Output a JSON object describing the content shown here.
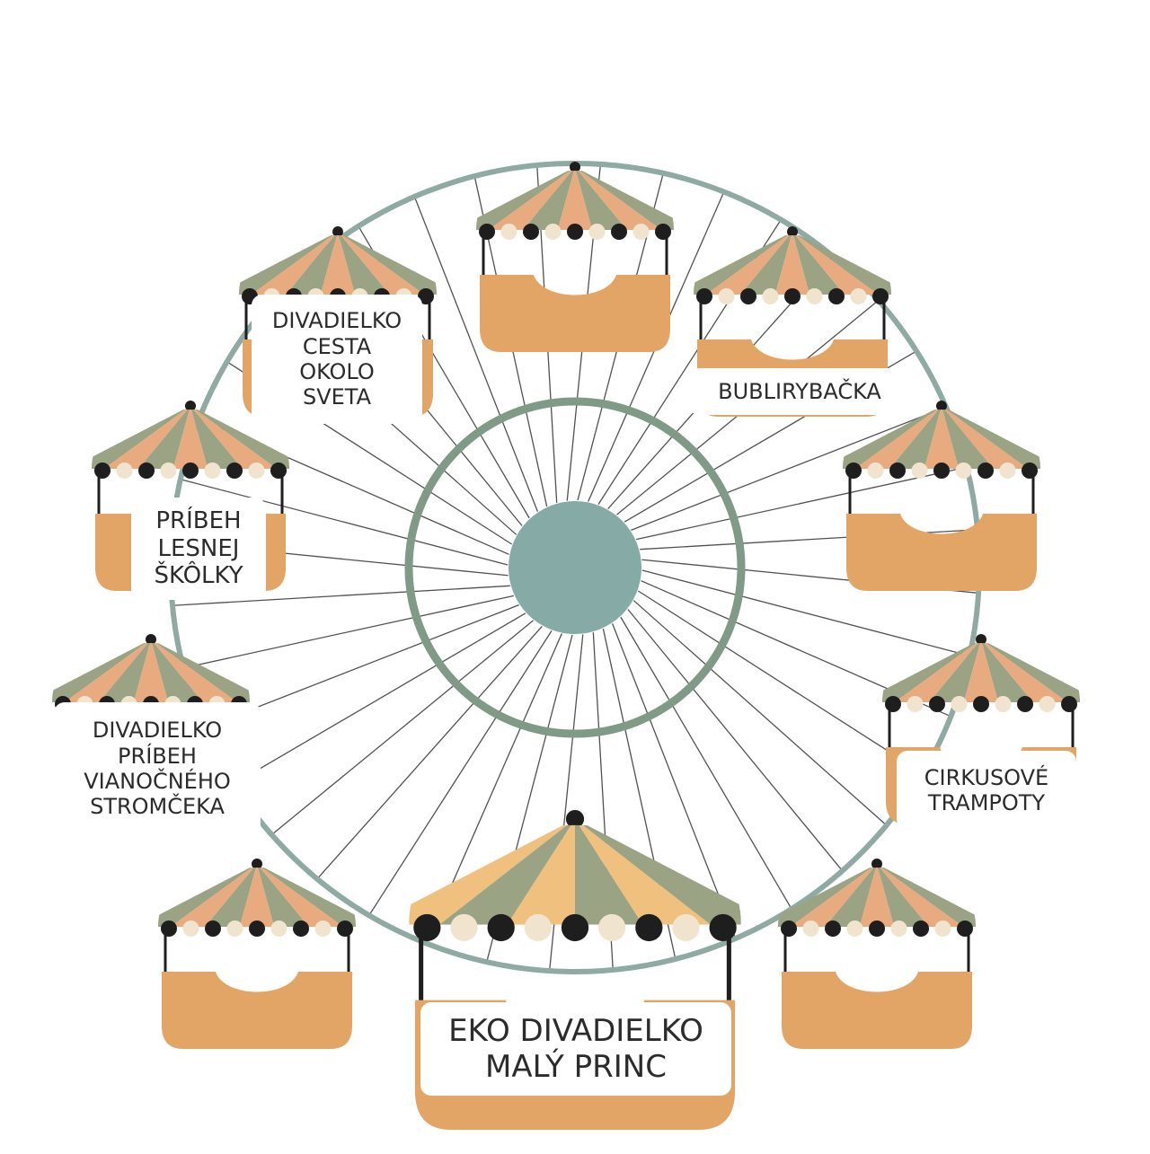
{
  "colors": {
    "rim": "#8fa9a3",
    "rim_lower": "#9aa98a",
    "hub": "#86aaa5",
    "inner_ring": "#7f9a86",
    "spoke": "#333333",
    "cabin": "#e3a566",
    "canopy_green": "#9aa384",
    "canopy_peach": "#e8ab80",
    "canopy_yellow": "#efc07e",
    "fringe": "#1e1e1e",
    "fringe_cream": "#f1e4cf",
    "label_text": "#2b2b2b"
  },
  "gondolas": [
    {
      "name": "gondola-top",
      "label": []
    },
    {
      "name": "gondola-upper-left",
      "label": [
        "DIVADIELKO",
        "CESTA",
        "OKOLO",
        "SVETA"
      ]
    },
    {
      "name": "gondola-upper-right",
      "label": [
        "BUBLIRYBAČKA"
      ]
    },
    {
      "name": "gondola-left",
      "label": [
        "PRÍBEH",
        "LESNEJ",
        "ŠKÔLKY"
      ]
    },
    {
      "name": "gondola-right",
      "label": []
    },
    {
      "name": "gondola-lower-left",
      "label": [
        "DIVADIELKO",
        "PRÍBEH",
        "VIANOČNÉHO",
        "STROMČEKA"
      ]
    },
    {
      "name": "gondola-lower-right",
      "label": [
        "CIRKUSOVÉ",
        "TRAMPOTY"
      ]
    },
    {
      "name": "gondola-bottom-left",
      "label": []
    },
    {
      "name": "gondola-bottom-right",
      "label": []
    },
    {
      "name": "gondola-center-big",
      "label": [
        "EKO DIVADIELKO",
        "MALÝ PRINC"
      ]
    }
  ]
}
